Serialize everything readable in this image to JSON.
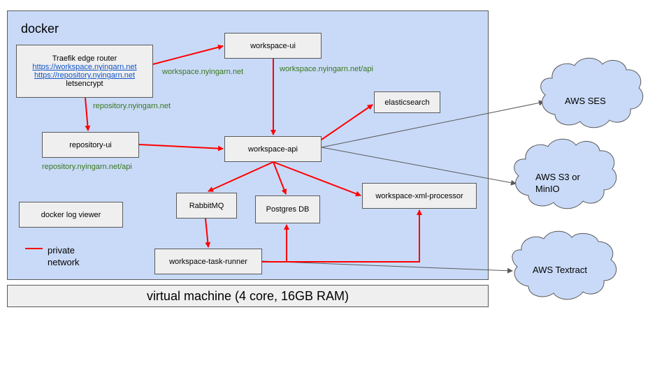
{
  "docker_label": "docker",
  "vm_label": "virtual machine (4 core, 16GB RAM)",
  "traefik": {
    "title": "Traefik edge router",
    "link1": "https://workspace.nyingarn.net",
    "link2": "https://repository.nyingarn.net",
    "line4": "letsencrypt"
  },
  "services": {
    "workspace_ui": "workspace-ui",
    "repository_ui": "repository-ui",
    "workspace_api": "workspace-api",
    "elasticsearch": "elasticsearch",
    "rabbitmq": "RabbitMQ",
    "postgres": "Postgres DB",
    "xml_processor": "workspace-xml-processor",
    "task_runner": "workspace-task-runner",
    "log_viewer": "docker log viewer"
  },
  "routes": {
    "workspace": "workspace.nyingarn.net",
    "workspace_api": "workspace.nyingarn.net/api",
    "repository": "repository.nyingarn.net",
    "repository_api": "repository.nyingarn.net/api"
  },
  "clouds": {
    "ses": "AWS SES",
    "s3_line1": "AWS S3 or",
    "s3_line2": "MinIO",
    "textract": "AWS Textract"
  },
  "legend": {
    "line1": "private",
    "line2": "network"
  },
  "colors": {
    "docker_bg": "#c9daf8",
    "box_bg": "#efefef",
    "private_network": "#ff0000",
    "external": "#595959",
    "route_text": "#38761d",
    "link": "#1155cc",
    "cloud_fill": "#c9daf8"
  }
}
